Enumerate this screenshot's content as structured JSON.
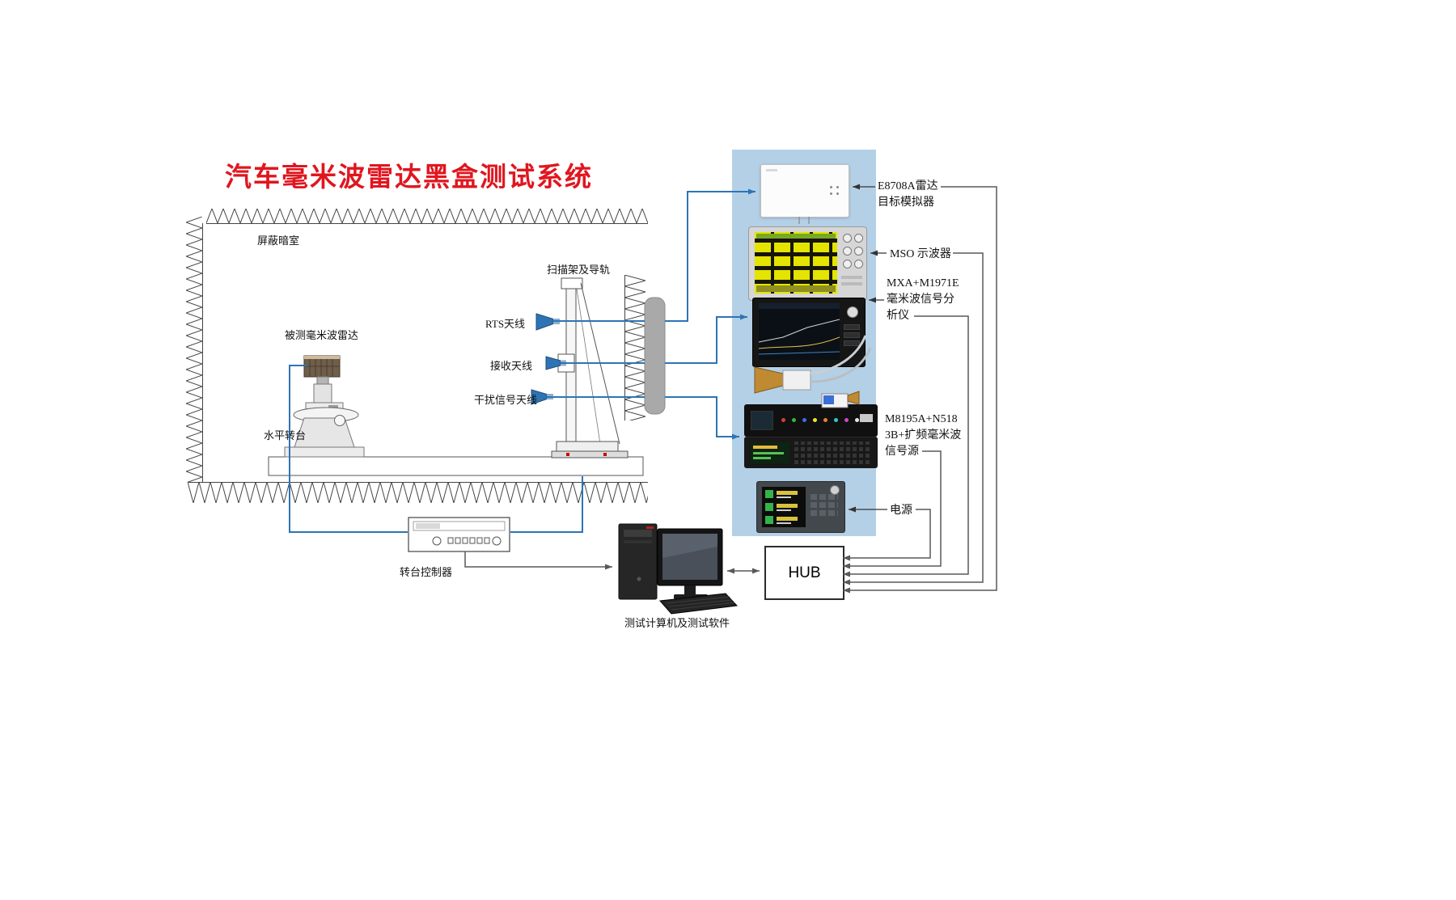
{
  "title": "汽车毫米波雷达黑盒测试系统",
  "chamber": {
    "label": "屏蔽暗室",
    "scanner_label": "扫描架及导轨",
    "radar_label": "被测毫米波雷达",
    "turntable_label": "水平转台",
    "antenna_rts": "RTS天线",
    "antenna_receive": "接收天线",
    "antenna_interference": "干扰信号天线"
  },
  "instruments": {
    "target_simulator": {
      "label_line1": "E8708A雷达",
      "label_line2": "目标模拟器"
    },
    "oscilloscope": {
      "label": "MSO 示波器"
    },
    "analyzer": {
      "label_line1": "MXA+M1971E",
      "label_line2": "毫米波信号分",
      "label_line3": "析仪"
    },
    "signal_source": {
      "label_line1": "M8195A+N518",
      "label_line2": "3B+扩频毫米波",
      "label_line3": "信号源"
    },
    "power_supply": {
      "label": "电源"
    }
  },
  "control": {
    "turntable_controller_label": "转台控制器",
    "computer_label": "测试计算机及测试软件",
    "hub_label": "HUB"
  },
  "colors": {
    "accent_blue": "#2e74b5",
    "panel_blue": "#b4d0e7",
    "line_gray": "#595959",
    "title_red": "#e0161f"
  }
}
